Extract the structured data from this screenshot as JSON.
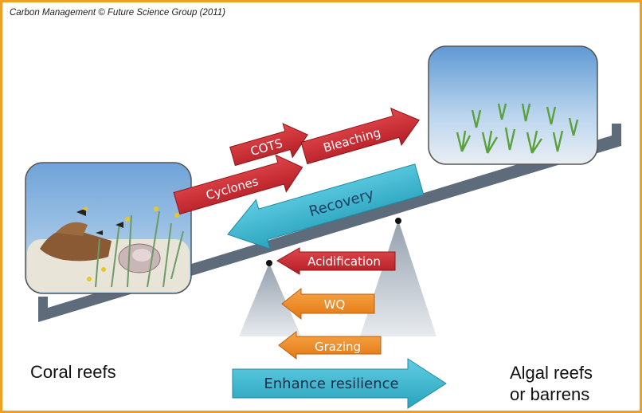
{
  "credit": "Carbon Management © Future Science Group (2011)",
  "labels": {
    "left": "Coral reefs",
    "right_line1": "Algal reefs",
    "right_line2": "or barrens"
  },
  "arrows": {
    "cots": "COTS",
    "cyclones": "Cyclones",
    "bleaching": "Bleaching",
    "recovery": "Recovery",
    "acidification": "Acidification",
    "wq": "WQ",
    "grazing": "Grazing",
    "enhance": "Enhance resilience"
  },
  "colors": {
    "red_arrow": "#c8232a",
    "blue_arrow": "#3ab6d0",
    "orange_arrow": "#f08a1c",
    "seesaw": "#5d6b7a",
    "frame": "#f0a020"
  }
}
